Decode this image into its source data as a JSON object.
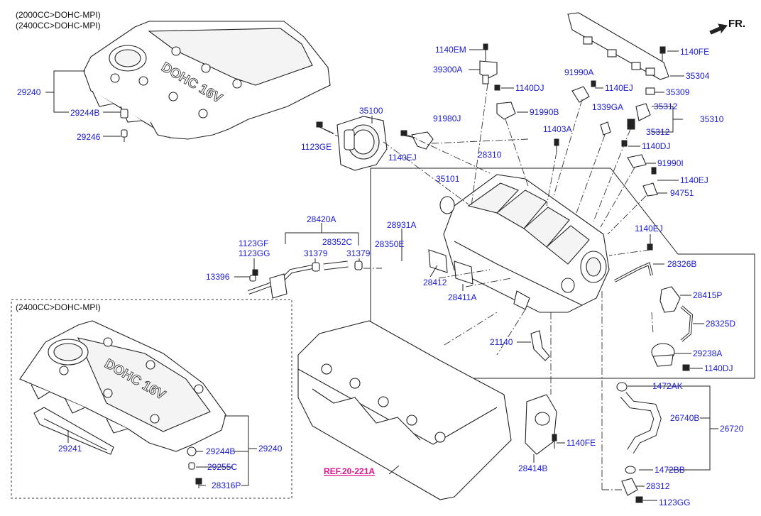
{
  "variants": {
    "top_left_line1": "(2000CC>DOHC-MPI)",
    "top_left_line2": "(2400CC>DOHC-MPI)",
    "bottom_box_title": "(2400CC>DOHC-MPI)"
  },
  "direction_label": "FR.",
  "reference_label": "REF.20-221A",
  "emboss_text": "DOHC 16V",
  "colors": {
    "label": "#1a1ad6",
    "reference": "#e0168c",
    "line": "#222222"
  },
  "labels": {
    "p29240_top": "29240",
    "p29244B_top": "29244B",
    "p29246": "29246",
    "p35100": "35100",
    "p1123GE": "1123GE",
    "p91980J": "91980J",
    "p1140EJ_a": "1140EJ",
    "p1140EM": "1140EM",
    "p39300A": "39300A",
    "p1140DJ_a": "1140DJ",
    "p91990A": "91990A",
    "p1140EJ_b": "1140EJ",
    "p91990B": "91990B",
    "p1339GA": "1339GA",
    "p11403A": "11403A",
    "p28310": "28310",
    "p1140FE_a": "1140FE",
    "p35304": "35304",
    "p35309": "35309",
    "p35312_a": "35312",
    "p35310": "35310",
    "p35312_b": "35312",
    "p1140DJ_b": "1140DJ",
    "p91990I": "91990I",
    "p1140EJ_c": "1140EJ",
    "p94751": "94751",
    "p35101": "35101",
    "p28420A": "28420A",
    "p1123GF": "1123GF",
    "p1123GG_a": "1123GG",
    "p28352C": "28352C",
    "p31379_a": "31379",
    "p31379_b": "31379",
    "p13396": "13396",
    "p28931A": "28931A",
    "p28350E": "28350E",
    "p28412": "28412",
    "p28411A": "28411A",
    "p1140EJ_d": "1140EJ",
    "p28326B": "28326B",
    "p28415P": "28415P",
    "p28325D": "28325D",
    "p21140": "21140",
    "p29238A": "29238A",
    "p1140DJ_c": "1140DJ",
    "p1472AK": "1472AK",
    "p26740B": "26740B",
    "p26720": "26720",
    "p1472BB": "1472BB",
    "p28312": "28312",
    "p1123GG_b": "1123GG",
    "p1140FE_b": "1140FE",
    "p28414B": "28414B",
    "p29241": "29241",
    "p29244B_bot": "29244B",
    "p29240_bot": "29240",
    "p29255C": "29255C",
    "p28316P": "28316P"
  }
}
